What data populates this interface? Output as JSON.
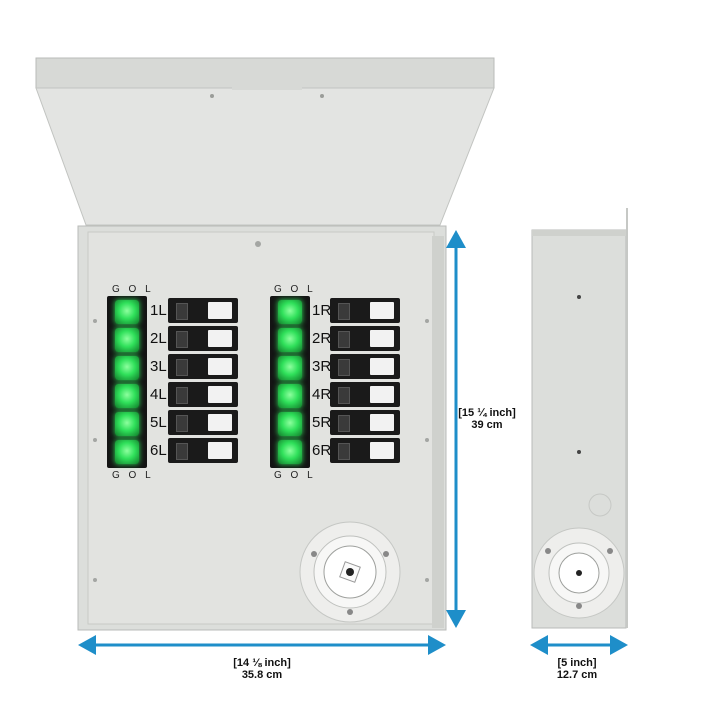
{
  "colors": {
    "panel": "#dcdedb",
    "panel_dark": "#c9ccc8",
    "dimension_arrow": "#1e8ec9",
    "switch_green": "#2fe05a",
    "breaker_black": "#1a1a1a"
  },
  "left_circuits": [
    "1L",
    "2L",
    "3L",
    "4L",
    "5L",
    "6L"
  ],
  "right_circuits": [
    "1R",
    "2R",
    "3R",
    "4R",
    "5R",
    "6R"
  ],
  "switch_legend": {
    "left_top": "G O L",
    "left_bottom": "G O L",
    "right_top": "G O L",
    "right_bottom": "G O L"
  },
  "dimensions": {
    "height": {
      "line1": "[15 ¼ inch]",
      "line2": "39 cm"
    },
    "width": {
      "line1": "[14 ⅛ inch]",
      "line2": "35.8 cm"
    },
    "depth": {
      "line1": "[5 inch]",
      "line2": "12.7 cm"
    }
  },
  "icons": {
    "inlet": "power-inlet-icon",
    "breaker": "breaker-icon",
    "switch": "rocker-switch-icon"
  }
}
